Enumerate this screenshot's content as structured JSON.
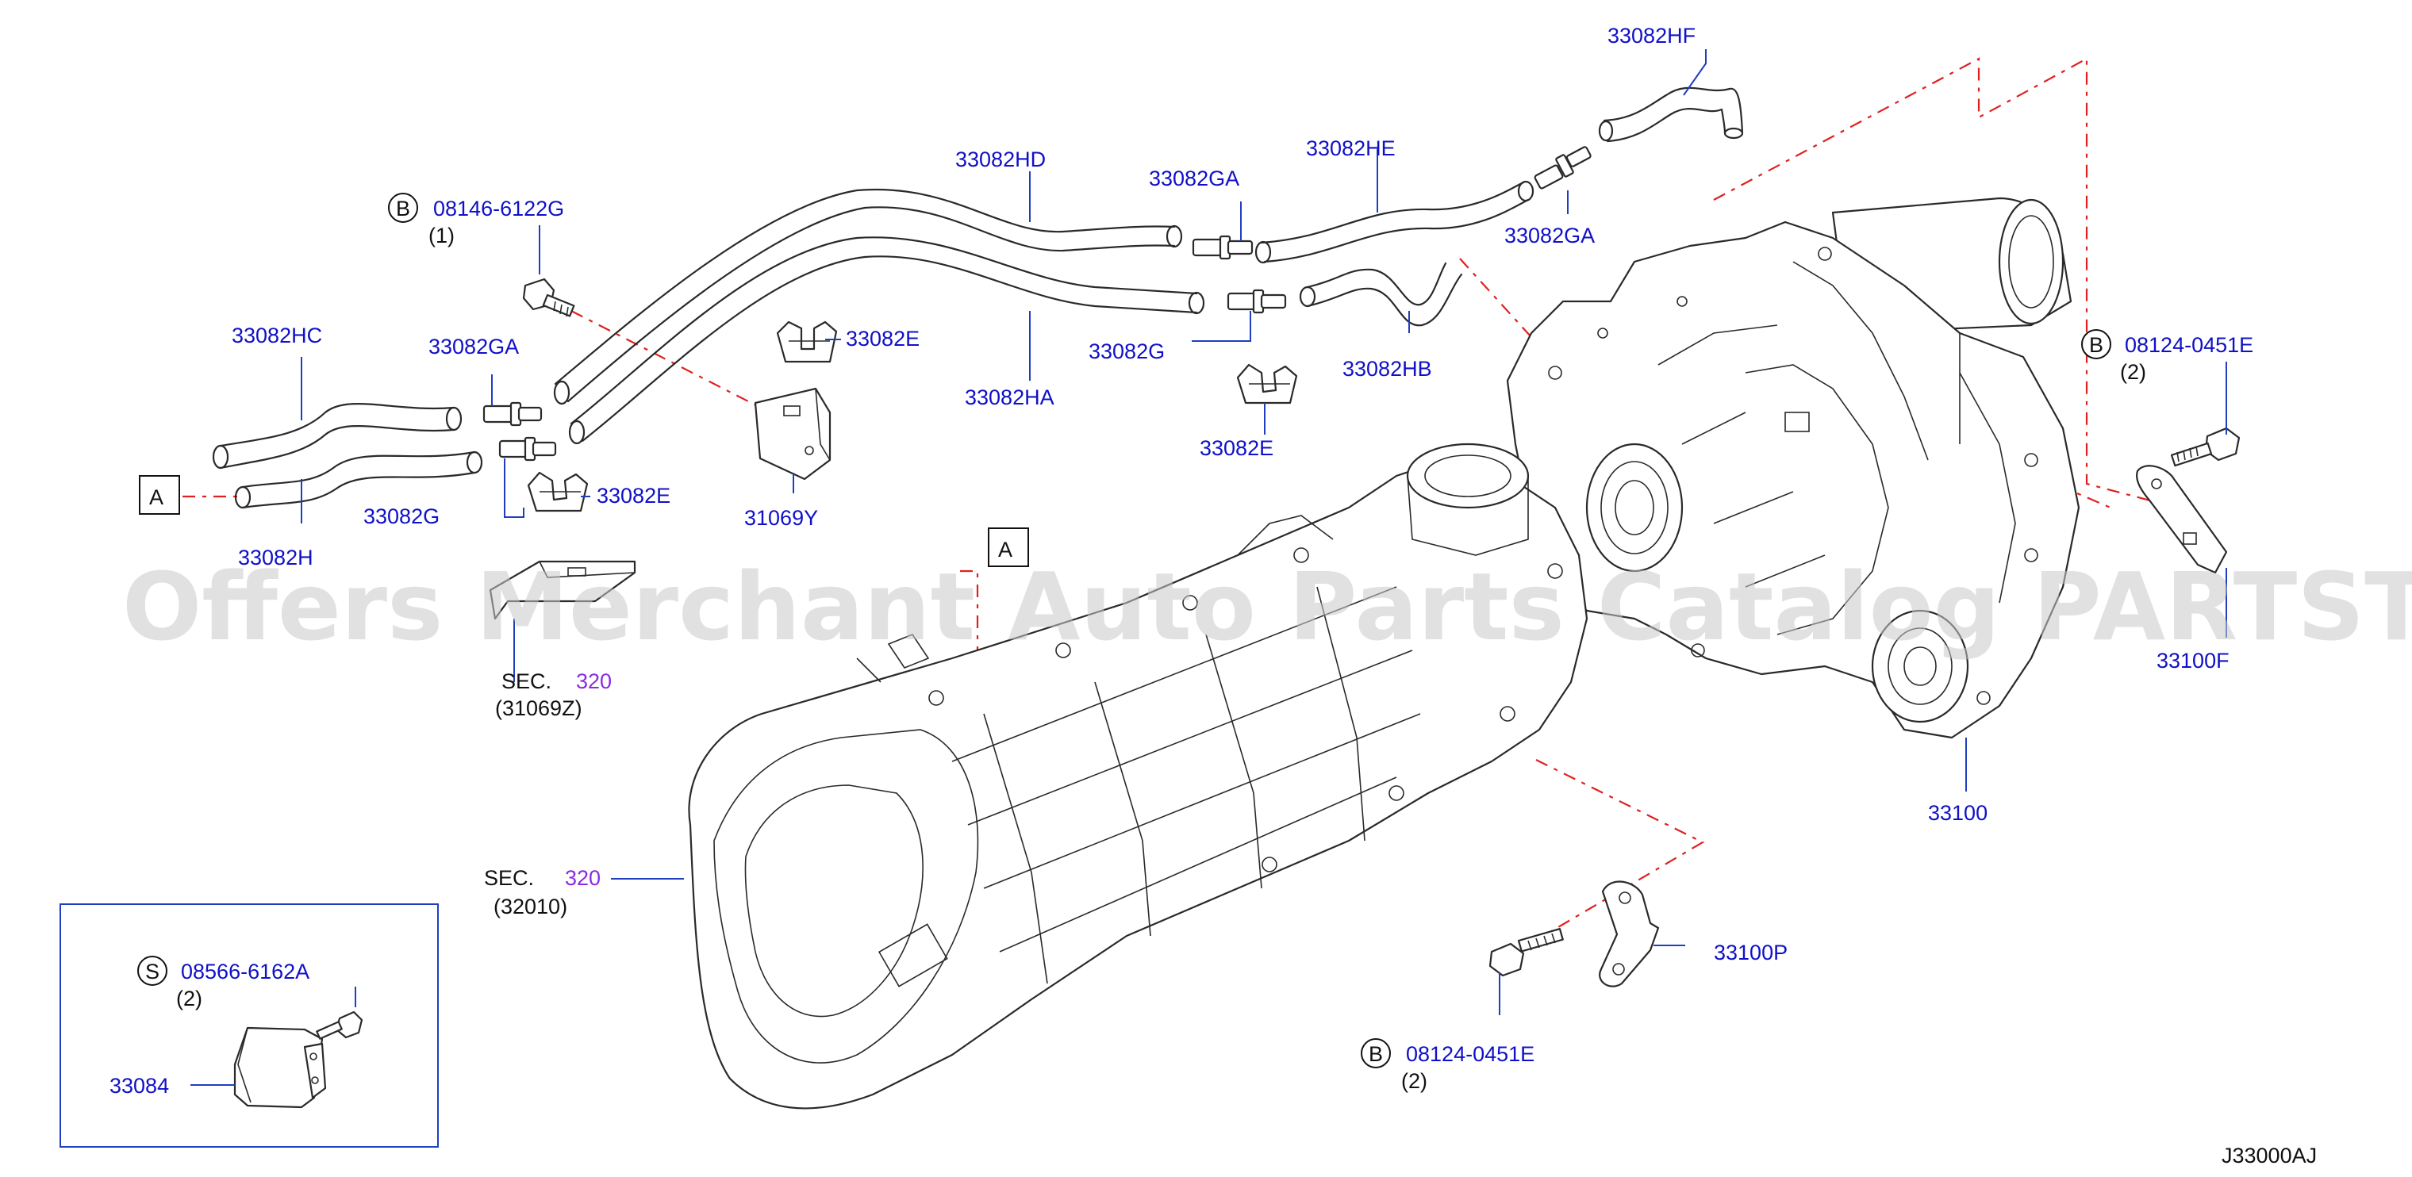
{
  "watermark": "Offers Merchant Auto Parts Catalog PARTSTORE.SA",
  "diagram_code": "J33000AJ",
  "colors": {
    "part_number": "#1010c8",
    "section_number": "#8a2be2",
    "leader": "#1f3fbf",
    "dash_line": "#e02020",
    "outline": "#2a2a2a",
    "watermark": "#c8c8c8"
  },
  "labels": {
    "p33082HF": "33082HF",
    "p33082HD": "33082HD",
    "p33082HE": "33082HE",
    "p33082GA_top": "33082GA",
    "p33082GA_right": "33082GA",
    "p33082GA_left": "33082GA",
    "p33082HC": "33082HC",
    "p33082E_mid": "33082E",
    "p33082G_mid": "33082G",
    "p33082HB": "33082HB",
    "p33082HA": "33082HA",
    "p33082E_lower": "33082E",
    "p33082E_left": "33082E",
    "p33082G_left": "33082G",
    "p33082H": "33082H",
    "p31069Y": "31069Y",
    "bolt_08146": {
      "prefix": "B",
      "number": "08146-6122G",
      "qty": "(1)"
    },
    "bolt_08124_right": {
      "prefix": "B",
      "number": "08124-0451E",
      "qty": "(2)"
    },
    "bolt_08124_bottom": {
      "prefix": "B",
      "number": "08124-0451E",
      "qty": "(2)"
    },
    "screw_08566": {
      "prefix": "S",
      "number": "08566-6162A",
      "qty": "(2)"
    },
    "p33100F": "33100F",
    "p33100": "33100",
    "p33100P": "33100P",
    "p33084": "33084",
    "sec_upper": {
      "sec": "SEC.",
      "num": "320",
      "sub": "(31069Z)"
    },
    "sec_lower": {
      "sec": "SEC.",
      "num": "320",
      "sub": "(32010)"
    },
    "ref_a_left": "A",
    "ref_a_mid": "A"
  }
}
